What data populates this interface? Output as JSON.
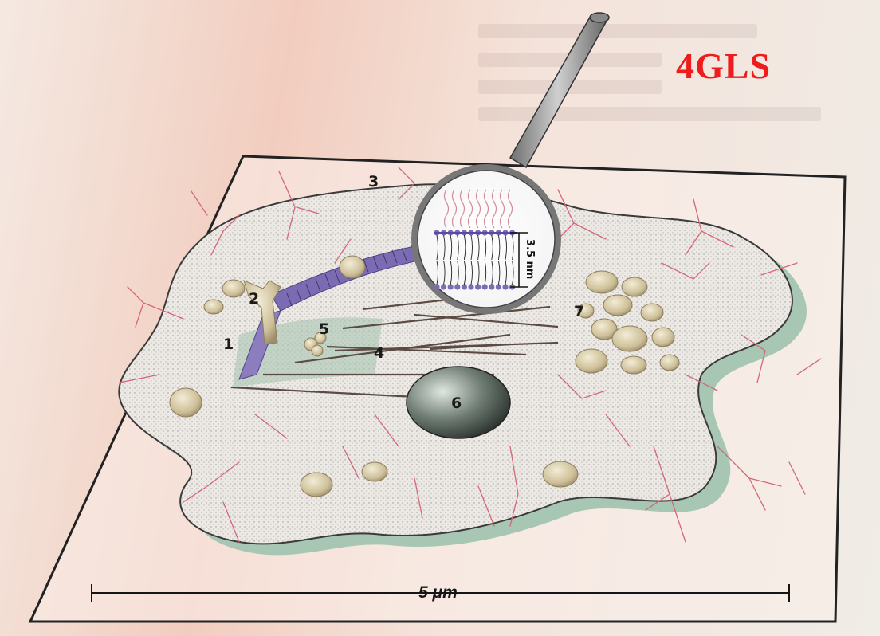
{
  "figure": {
    "corner_tag": "4GLS",
    "corner_tag_color": "#ee1c1c",
    "scale_bar_label": "5 μm",
    "lens_dimension_label": "3.5 nm",
    "component_numbers": [
      "1",
      "2",
      "3",
      "4",
      "5",
      "6",
      "7"
    ]
  },
  "colors": {
    "cell_fill": "#eae7e2",
    "cell_shadow": "#a9c6b6",
    "membrane": "#7a6ab2",
    "vessels": "#d26b7a",
    "nucleus": "#5c6b62"
  }
}
